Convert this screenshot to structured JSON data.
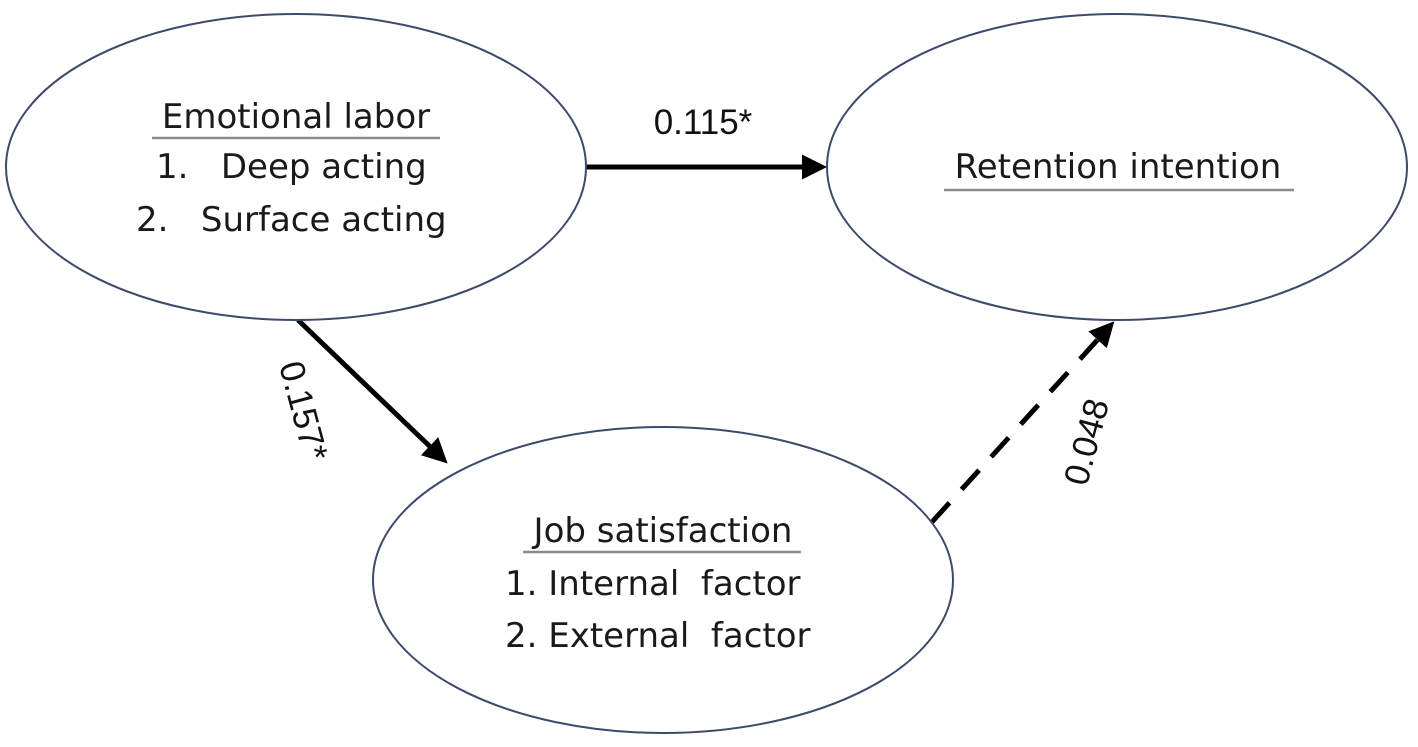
{
  "nodes": {
    "emotional_labor": {
      "title": "Emotional labor",
      "items": [
        "1.   Deep acting",
        "2.   Surface acting"
      ]
    },
    "retention_intention": {
      "title": "Retention intention",
      "items": []
    },
    "job_satisfaction": {
      "title": "Job satisfaction",
      "items": [
        "1. Internal  factor",
        "2. External  factor"
      ]
    }
  },
  "edges": {
    "emotional_to_retention": {
      "label": "0.115*",
      "style": "solid"
    },
    "emotional_to_job": {
      "label": "0.157*",
      "style": "solid"
    },
    "job_to_retention": {
      "label": "0.048",
      "style": "dashed"
    }
  },
  "colors": {
    "ellipse_stroke": "#3d4a6b",
    "arrow": "#000000",
    "underline": "#8a8a8a",
    "text": "#1a1a1a"
  }
}
